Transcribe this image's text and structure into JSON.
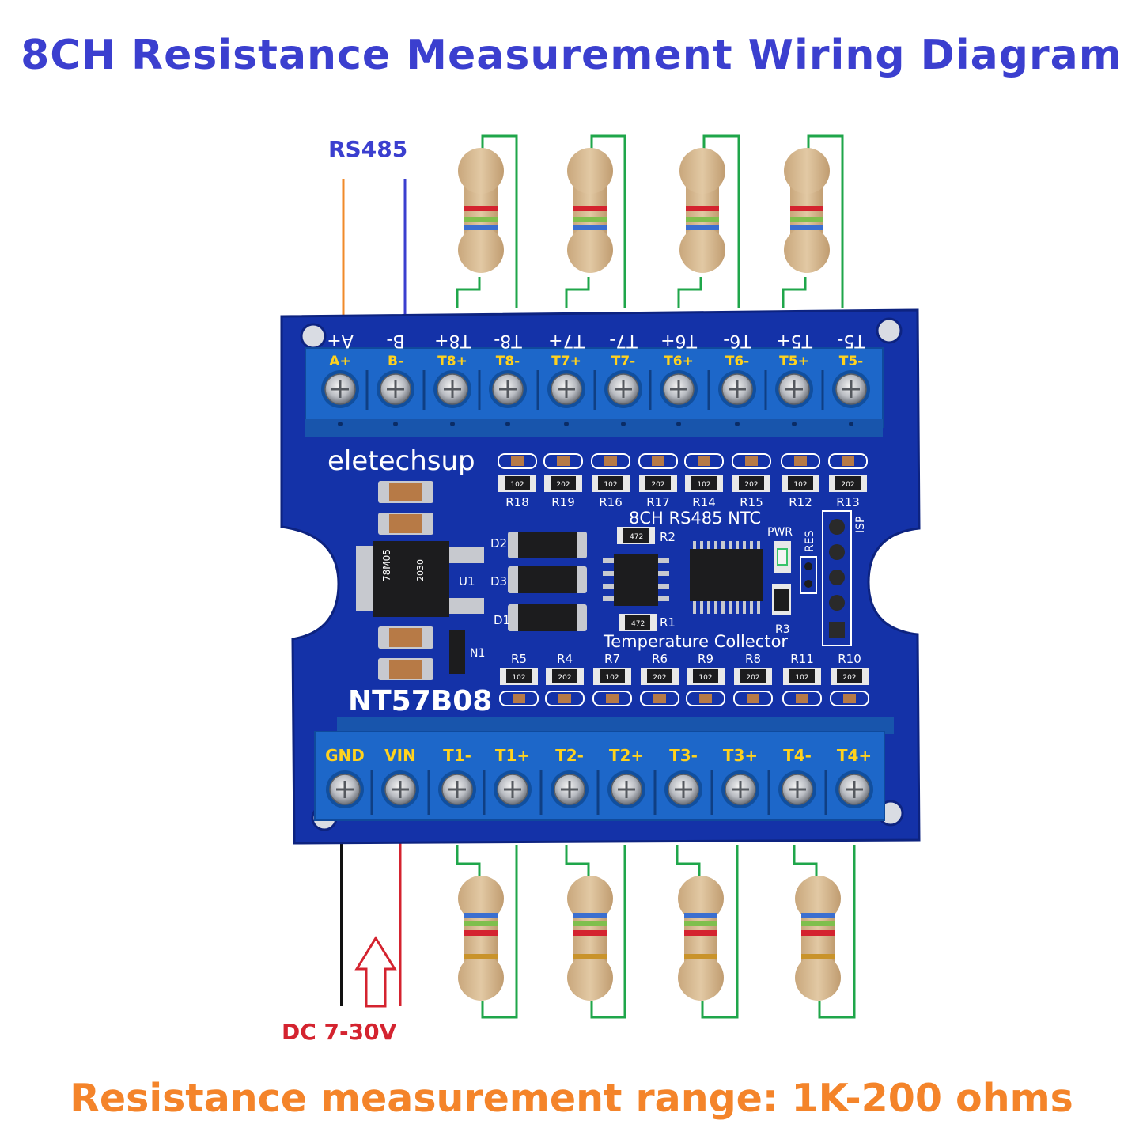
{
  "title": "8CH Resistance Measurement Wiring Diagram",
  "range_note": "Resistance measurement range: 1K-200 ohms",
  "rs485_label": "RS485",
  "power_label": "DC 7-30V",
  "board": {
    "brand": "eletechsup",
    "model": "NT57B08",
    "subtitle": "8CH RS485 NTC",
    "caption": "Temperature Collector",
    "top_terminals": [
      "A+",
      "B-",
      "T8+",
      "T8-",
      "T7+",
      "T7-",
      "T6+",
      "T6-",
      "T5+",
      "T5-"
    ],
    "bottom_terminals": [
      "GND",
      "VIN",
      "T1-",
      "T1+",
      "T2-",
      "T2+",
      "T3-",
      "T3+",
      "T4-",
      "T4+"
    ],
    "top_resistor_labels": [
      "R18",
      "R19",
      "R16",
      "R17",
      "R14",
      "R15",
      "R12",
      "R13"
    ],
    "bottom_resistor_labels": [
      "R5",
      "R4",
      "R7",
      "R6",
      "R9",
      "R8",
      "R11",
      "R10"
    ],
    "component_labels": {
      "d2": "D2",
      "d3": "D3",
      "d1": "D1",
      "u1": "U1",
      "n1": "N1",
      "r2": "R2",
      "r1": "R1",
      "r3": "R3",
      "pwr": "PWR",
      "res": "RES",
      "isp": "ISP",
      "reg": "78M05",
      "reg_code": "2030"
    },
    "smd_codes": {
      "r102": "102",
      "r202": "202",
      "r472": "472"
    }
  },
  "colors": {
    "title": "#3b3fcf",
    "range": "#f4842a",
    "power": "#d4232f",
    "pcb": "#1432a8",
    "terminal": "#1d67c9",
    "label": "#ffd21e",
    "wire_green": "#1fa64a",
    "wire_orange": "#f08a2a",
    "wire_blue": "#3b3fcf",
    "wire_black": "#111111",
    "wire_red": "#d4232f"
  }
}
